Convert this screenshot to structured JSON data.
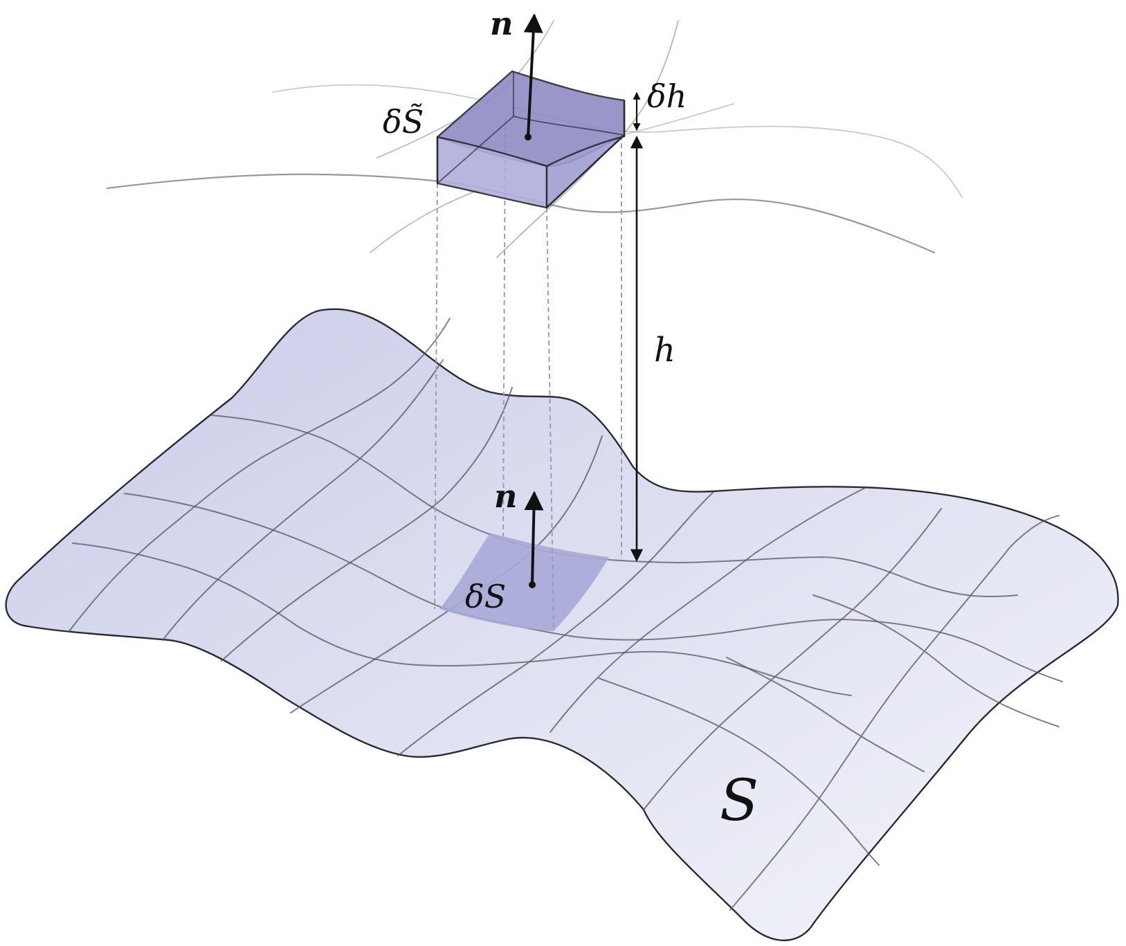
{
  "labels": {
    "normal_top": "n",
    "normal_bottom": "n",
    "element_upper": "δS̃",
    "element_lower": "δS",
    "thickness": "δh",
    "height": "h",
    "surface": "S"
  },
  "colors": {
    "surface_fill_light": "#f4f5fa",
    "surface_fill_dark": "#c9cce8",
    "element_fill": "#a9a8d8",
    "prism_top": "#8f8cc4",
    "prism_side": "#b1afdc",
    "outline": "#2a2a35",
    "grid_line": "#55555e",
    "projection_dash": "#9a9db5",
    "arrow": "#111111"
  },
  "icons": {
    "normal_arrow": "up-arrow",
    "dimension_arrow": "double-headed-arrow"
  }
}
